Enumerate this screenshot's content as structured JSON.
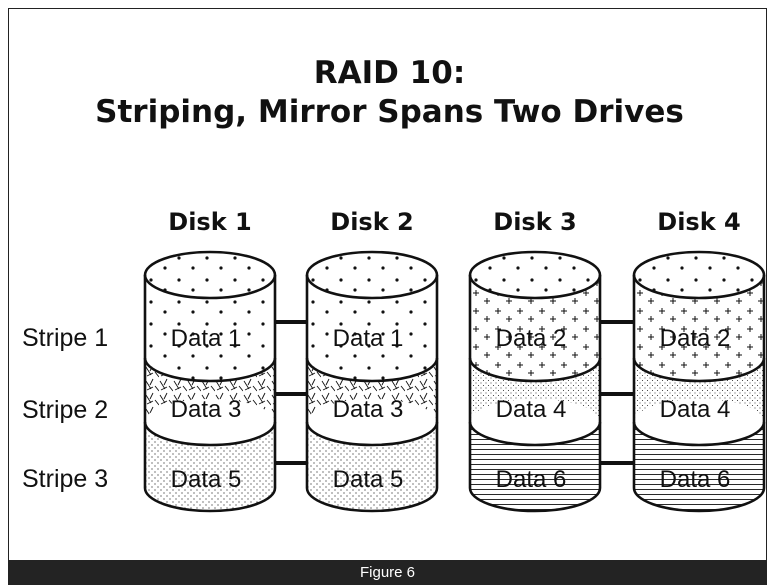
{
  "title": {
    "line1": "RAID 10:",
    "line2": "Striping, Mirror Spans Two Drives"
  },
  "disks": [
    {
      "label": "Disk 1",
      "segments": [
        "Data 1",
        "Data 3",
        "Data 5"
      ]
    },
    {
      "label": "Disk 2",
      "segments": [
        "Data 1",
        "Data 3",
        "Data 5"
      ]
    },
    {
      "label": "Disk 3",
      "segments": [
        "Data 2",
        "Data 4",
        "Data 6"
      ]
    },
    {
      "label": "Disk 4",
      "segments": [
        "Data 2",
        "Data 4",
        "Data 6"
      ]
    }
  ],
  "stripes": [
    "Stripe 1",
    "Stripe 2",
    "Stripe 3"
  ],
  "caption": "Figure 6"
}
